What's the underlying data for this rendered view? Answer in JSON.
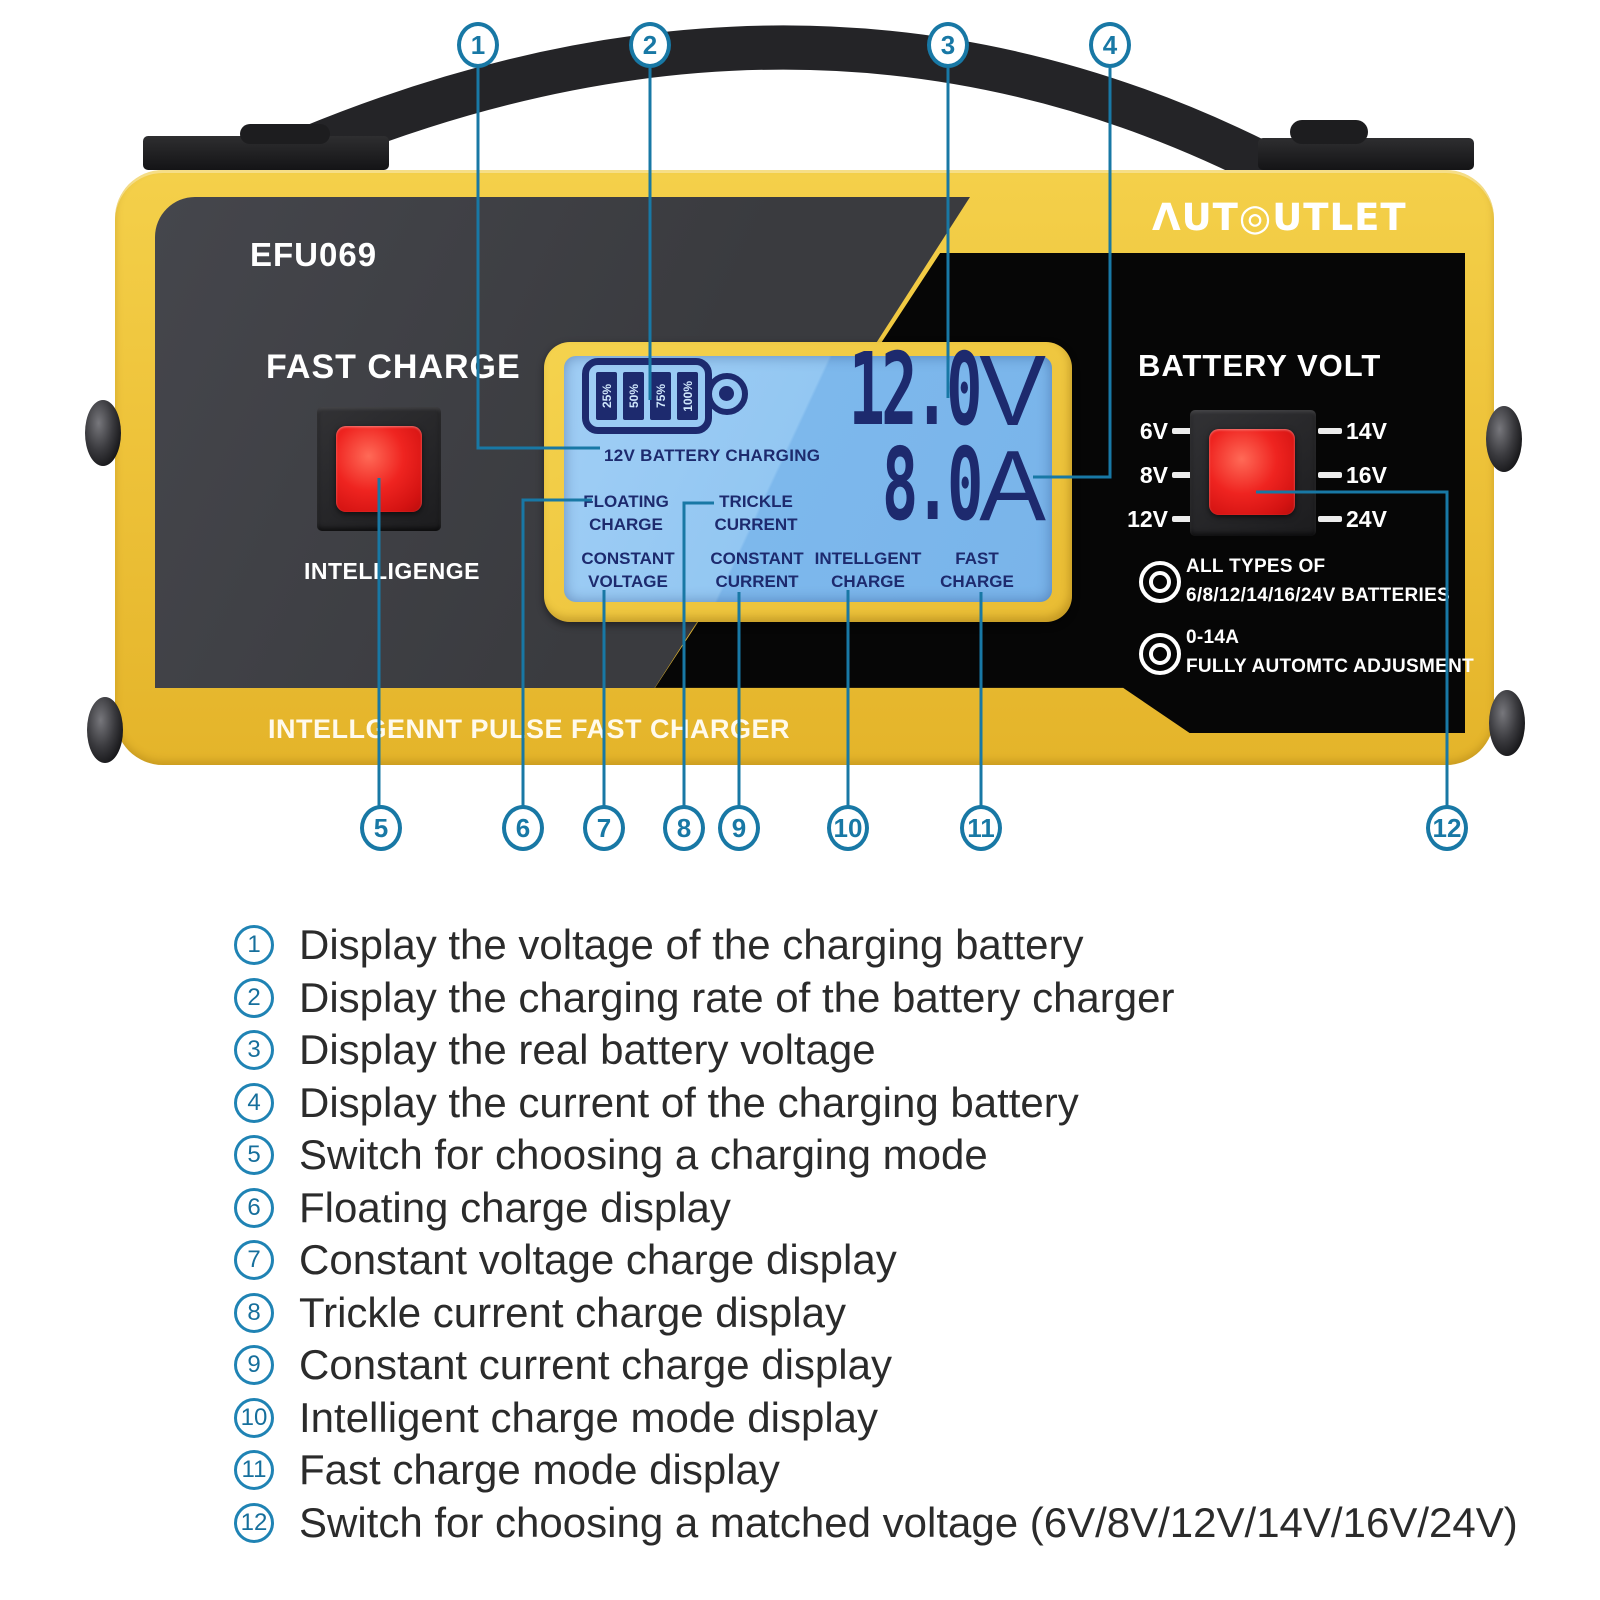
{
  "device": {
    "model": "EFU069",
    "logo": "ΛUT◎UTLET",
    "left_panel": {
      "title": "FAST CHARGE",
      "subtitle": "INTELLIGENGE"
    },
    "lcd": {
      "battery_levels": [
        "25%",
        "50%",
        "75%",
        "100%"
      ],
      "status": "12V BATTERY CHARGING",
      "modes_row1": [
        {
          "l1": "FLOATING",
          "l2": "CHARGE"
        },
        {
          "l1": "TRICKLE",
          "l2": "CURRENT"
        }
      ],
      "modes_row2": [
        {
          "l1": "CONSTANT",
          "l2": "VOLTAGE"
        },
        {
          "l1": "CONSTANT",
          "l2": "CURRENT"
        },
        {
          "l1": "INTELLGENT",
          "l2": "CHARGE"
        },
        {
          "l1": "FAST",
          "l2": "CHARGE"
        }
      ],
      "voltage": {
        "value": "12.0",
        "unit": "V"
      },
      "current": {
        "value": "8.0",
        "unit": "A"
      }
    },
    "right_panel": {
      "title": "BATTERY VOLT",
      "volt_left": [
        "6V",
        "8V",
        "12V"
      ],
      "volt_right": [
        "14V",
        "16V",
        "24V"
      ],
      "features": [
        {
          "l1": "ALL TYPES OF",
          "l2": "6/8/12/14/16/24V BATTERIES"
        },
        {
          "l1": "0-14A",
          "l2": "FULLY AUTOMTC ADJUSMENT"
        }
      ]
    },
    "strip": "INTELLGENNT PULSE FAST CHARGER"
  },
  "callouts": {
    "top": [
      "1",
      "2",
      "3",
      "4"
    ],
    "bottom": [
      "5",
      "6",
      "7",
      "8",
      "9",
      "10",
      "11",
      "12"
    ]
  },
  "legend": [
    {
      "num": "1",
      "text": "Display the voltage of the charging battery"
    },
    {
      "num": "2",
      "text": "Display the charging rate of the battery charger"
    },
    {
      "num": "3",
      "text": "Display the real battery voltage"
    },
    {
      "num": "4",
      "text": "Display the current of the charging battery"
    },
    {
      "num": "5",
      "text": "Switch for choosing a charging mode"
    },
    {
      "num": "6",
      "text": "Floating charge display"
    },
    {
      "num": "7",
      "text": "Constant voltage charge display"
    },
    {
      "num": "8",
      "text": "Trickle current charge display"
    },
    {
      "num": "9",
      "text": "Constant current charge display"
    },
    {
      "num": "10",
      "text": "Intelligent charge mode display"
    },
    {
      "num": "11",
      "text": "Fast charge mode display"
    },
    {
      "num": "12",
      "text": "Switch for choosing a matched voltage (6V/8V/12V/14V/16V/24V)"
    }
  ],
  "colors": {
    "accent": "#1878a5",
    "body_yellow": "#eec33a",
    "panel_gray": "#3c3d41",
    "panel_black": "#060606",
    "lcd_blue": "#84bdee",
    "lcd_navy": "#1d2a6e",
    "button_red": "#ef2420",
    "text_white": "#ffffff"
  }
}
